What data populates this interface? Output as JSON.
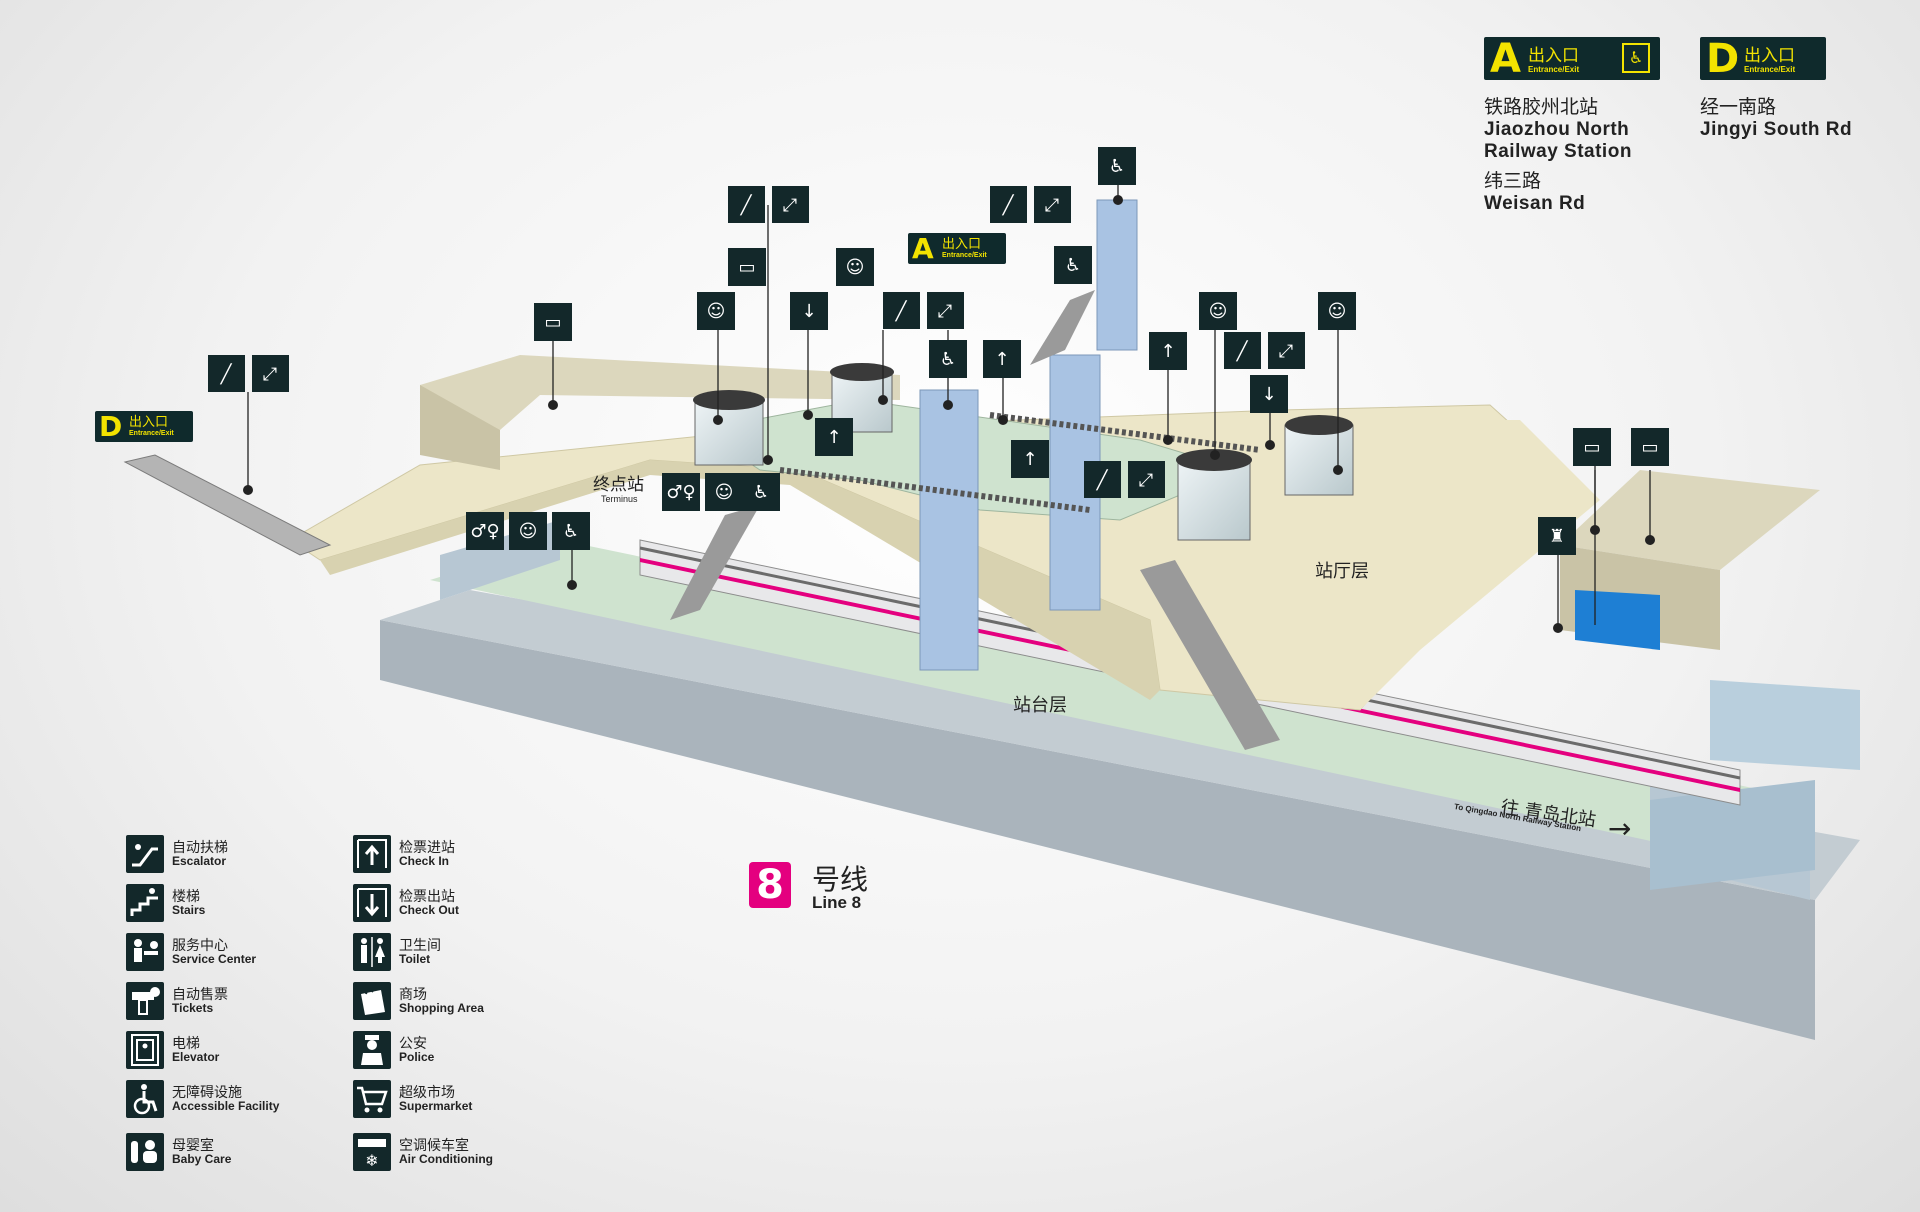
{
  "exits": {
    "A": {
      "letter": "A",
      "cn": "出入口",
      "en": "Entrance/Exit",
      "destinations": [
        {
          "cn": "铁路胶州北站",
          "en1": "Jiaozhou North",
          "en2": "Railway Station"
        },
        {
          "cn": "纬三路",
          "en1": "Weisan Rd",
          "en2": ""
        }
      ]
    },
    "D": {
      "letter": "D",
      "cn": "出入口",
      "en": "Entrance/Exit",
      "destinations": [
        {
          "cn": "经一南路",
          "en1": "Jingyi South Rd",
          "en2": ""
        }
      ]
    }
  },
  "map_labels": {
    "terminus_cn": "终点站",
    "terminus_en": "Terminus",
    "concourse": "站厅层",
    "platform": "站台层",
    "direction_cn": "往 青岛北站",
    "direction_en": "To Qingdao North Railway Station"
  },
  "line": {
    "number": "8",
    "cn": "号线",
    "en": "Line 8",
    "color": "#e4007f"
  },
  "legend": [
    {
      "cn": "自动扶梯",
      "en": "Escalator",
      "icon": "escalator-icon"
    },
    {
      "cn": "楼梯",
      "en": "Stairs",
      "icon": "stairs-icon"
    },
    {
      "cn": "服务中心",
      "en": "Service Center",
      "icon": "service-center-icon"
    },
    {
      "cn": "自动售票",
      "en": "Tickets",
      "icon": "ticket-icon"
    },
    {
      "cn": "电梯",
      "en": "Elevator",
      "icon": "elevator-icon"
    },
    {
      "cn": "无障碍设施",
      "en": "Accessible Facility",
      "icon": "accessible-icon"
    },
    {
      "cn": "母婴室",
      "en": "Baby Care",
      "icon": "baby-care-icon"
    },
    {
      "cn": "检票进站",
      "en": "Check In",
      "icon": "check-in-icon"
    },
    {
      "cn": "检票出站",
      "en": "Check Out",
      "icon": "check-out-icon"
    },
    {
      "cn": "卫生间",
      "en": "Toilet",
      "icon": "toilet-icon"
    },
    {
      "cn": "商场",
      "en": "Shopping Area",
      "icon": "shopping-icon"
    },
    {
      "cn": "公安",
      "en": "Police",
      "icon": "police-icon"
    },
    {
      "cn": "超级市场",
      "en": "Supermarket",
      "icon": "supermarket-icon"
    },
    {
      "cn": "空调候车室",
      "en": "Air Conditioning",
      "icon": "air-conditioning-icon"
    }
  ],
  "colors": {
    "icon_bg": "#13282a",
    "exit_yellow": "#f3e300",
    "platform_green": "#cfe3cf",
    "concourse_beige": "#ece6c8",
    "column_blue": "#a9c3e3"
  }
}
